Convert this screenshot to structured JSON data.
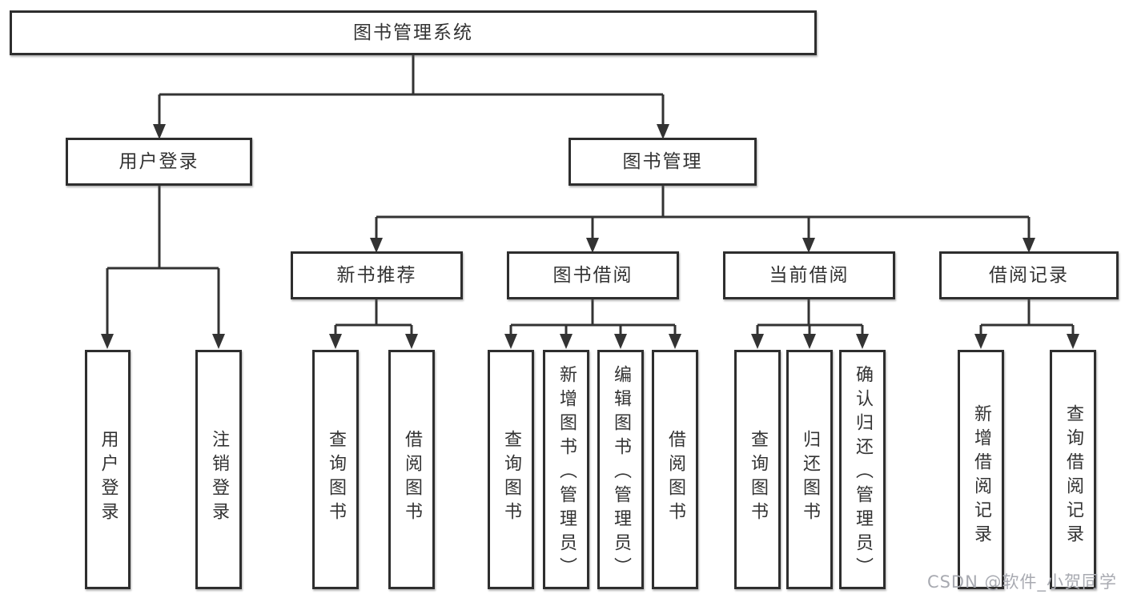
{
  "diagram": {
    "type": "hierarchy-tree",
    "colors": {
      "background": "#ffffff",
      "line": "#333333",
      "box_border": "#2e2e2e",
      "text": "#333333",
      "watermark_text": "#a8aab1"
    },
    "nodes": {
      "root": "图书管理系统",
      "user_login": "用户登录",
      "book_management": "图书管理",
      "new_book_recommend": "新书推荐",
      "book_borrowing": "图书借阅",
      "current_borrowing": "当前借阅",
      "borrowing_records": "借阅记录",
      "leaf_user_login": "用户登录",
      "leaf_logout": "注销登录",
      "leaf_nbr_query_books": "查询图书",
      "leaf_nbr_borrow_books": "借阅图书",
      "leaf_bb_query_books": "查询图书",
      "leaf_bb_add_books_admin": "新增图书（管理员）",
      "leaf_bb_edit_books_admin": "编辑图书（管理员）",
      "leaf_bb_borrow_books": "借阅图书",
      "leaf_cb_query_books": "查询图书",
      "leaf_cb_return_books": "归还图书",
      "leaf_cb_confirm_return_admin": "确认归还（管理员）",
      "leaf_br_add_record": "新增借阅记录",
      "leaf_br_query_record": "查询借阅记录"
    },
    "edges": [
      "root->user_login",
      "root->book_management",
      "user_login->leaf_user_login",
      "user_login->leaf_logout",
      "book_management->new_book_recommend",
      "book_management->book_borrowing",
      "book_management->current_borrowing",
      "book_management->borrowing_records",
      "new_book_recommend->leaf_nbr_query_books",
      "new_book_recommend->leaf_nbr_borrow_books",
      "book_borrowing->leaf_bb_query_books",
      "book_borrowing->leaf_bb_add_books_admin",
      "book_borrowing->leaf_bb_edit_books_admin",
      "book_borrowing->leaf_bb_borrow_books",
      "current_borrowing->leaf_cb_query_books",
      "current_borrowing->leaf_cb_return_books",
      "current_borrowing->leaf_cb_confirm_return_admin",
      "borrowing_records->leaf_br_add_record",
      "borrowing_records->leaf_br_query_record"
    ],
    "watermark": "CSDN @软件_小贺同学"
  }
}
